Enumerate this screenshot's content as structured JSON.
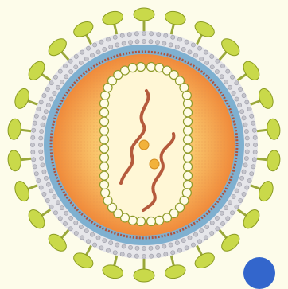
{
  "diagram": {
    "colors": {
      "background": "#fdfcea",
      "glycoprotein_fill": "#c9d94a",
      "glycoprotein_stroke": "#8a9a22",
      "stalk": "#9aa83a",
      "lipid_head": "#c5c5cc",
      "lipid_tail": "#9a9aa6",
      "matrix_layer": "#7fb0d0",
      "matrix_dots": "#b0523a",
      "core_outer": "#f4a24d",
      "core_inner": "#fde9a8",
      "capsid_fill": "#fff7d6",
      "capsid_bead_fill": "#fffbe6",
      "capsid_bead_stroke": "#8f9b2a",
      "rna": "#b55a3c",
      "enzyme": "#f2b23b",
      "corner_button": "#3366cc"
    },
    "elements": {
      "glycoprotein_count": 26,
      "lipid_count": 96,
      "capsid_shape": "rounded-rectangle",
      "rna_strands": 2,
      "enzymes": 2
    }
  }
}
